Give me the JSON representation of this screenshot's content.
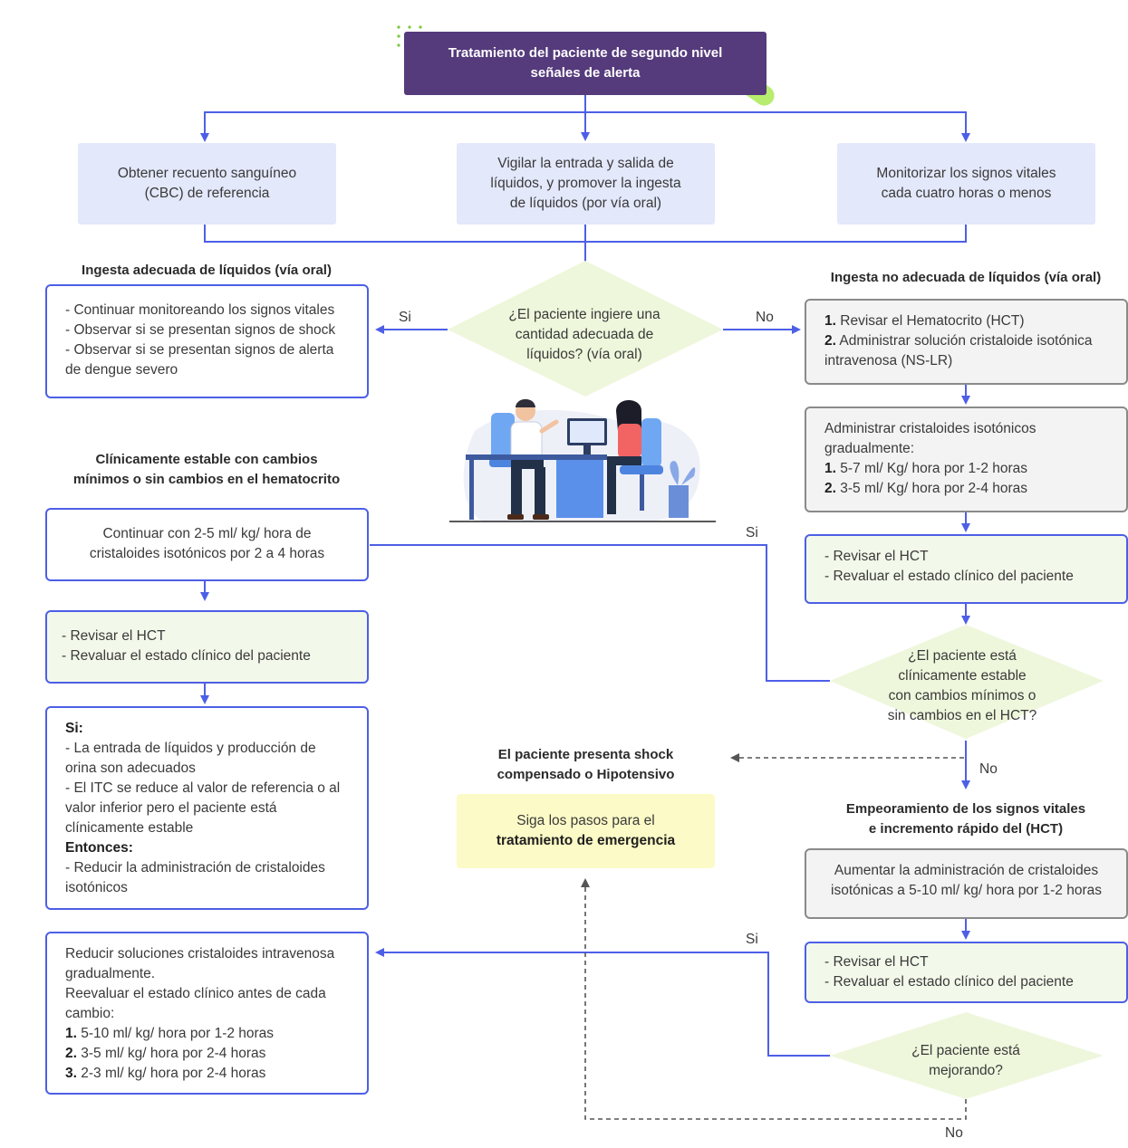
{
  "title": {
    "line1": "Tratamiento del paciente de segundo nivel",
    "line2": "señales de alerta"
  },
  "top_boxes": [
    {
      "lines": [
        "Obtener recuento sanguíneo",
        "(CBC) de referencia"
      ]
    },
    {
      "lines": [
        "Vigilar la entrada y salida de",
        "líquidos, y promover la ingesta",
        "de líquidos (por vía oral)"
      ]
    },
    {
      "lines": [
        "Monitorizar los signos vitales",
        "cada cuatro horas o menos"
      ]
    }
  ],
  "decision1": {
    "lines": [
      "¿El paciente ingiere una",
      "cantidad adecuada de",
      "líquidos? (vía oral)"
    ],
    "yes": "Si",
    "no": "No"
  },
  "left": {
    "adequate_header": "Ingesta adecuada de líquidos (vía oral)",
    "adequate_lines": [
      "- Continuar monitoreando los signos vitales",
      "- Observar si se presentan signos de shock",
      "- Observar si se presentan signos de alerta",
      "de dengue severo"
    ],
    "stable_header": [
      "Clínicamente estable con cambios",
      "mínimos o sin cambios en el hematocrito"
    ],
    "continue_lines": [
      "Continuar con 2-5 ml/ kg/ hora de",
      "cristaloides isotónicos por 2 a 4 horas"
    ],
    "review_lines": [
      "- Revisar el HCT",
      "- Revaluar el estado clínico del paciente"
    ],
    "si_label": "Si:",
    "si_lines": [
      "- La entrada de líquidos y producción de",
      "orina son adecuados",
      "- El ITC se reduce al valor de referencia o al",
      "valor inferior pero el paciente está",
      "clínicamente estable"
    ],
    "entonces_label": "Entonces:",
    "entonces_lines": [
      "- Reducir la administración de cristaloides",
      "isotónicos"
    ],
    "reduce_lines": [
      "Reducir soluciones cristaloides intravenosa",
      "gradualmente.",
      "Reevaluar el estado clínico antes de cada",
      "cambio:"
    ],
    "reduce_steps": [
      {
        "num": "1.",
        "text": "5-10 ml/ kg/ hora por 1-2 horas"
      },
      {
        "num": "2.",
        "text": "3-5 ml/ kg/ hora por 2-4 horas"
      },
      {
        "num": "3.",
        "text": "2-3 ml/ kg/ hora por 2-4 horas"
      }
    ]
  },
  "right": {
    "inadequate_header": "Ingesta no adecuada de líquidos (vía oral)",
    "inadequate_steps": [
      {
        "num": "1.",
        "text": "Revisar el Hematocrito (HCT)"
      },
      {
        "num": "2.",
        "text": "Administrar solución cristaloide isotónica"
      }
    ],
    "inadequate_extra": "intravenosa (NS-LR)",
    "gradual_lines": [
      "Administrar cristaloides isotónicos",
      "gradualmente:"
    ],
    "gradual_steps": [
      {
        "num": "1.",
        "text": "5-7 ml/ Kg/ hora por 1-2 horas"
      },
      {
        "num": "2.",
        "text": "3-5 ml/ Kg/ hora por 2-4 horas"
      }
    ],
    "review_lines": [
      "- Revisar el HCT",
      "- Revaluar el estado clínico del paciente"
    ],
    "decision2_lines": [
      "¿El paciente está",
      "clínicamente estable",
      "con cambios mínimos o",
      "sin cambios en el HCT?"
    ],
    "worsening_header": [
      "Empeoramiento de los signos vitales",
      "e incremento rápido del (HCT)"
    ],
    "increase_lines": [
      "Aumentar la administración de cristaloides",
      "isotónicas a 5-10 ml/ kg/ hora por 1-2 horas"
    ],
    "review2_lines": [
      "- Revisar el HCT",
      "- Revaluar el estado clínico del paciente"
    ],
    "decision3_lines": [
      "¿El paciente está",
      "mejorando?"
    ]
  },
  "center": {
    "shock_header": [
      "El paciente presenta shock",
      "compensado o Hipotensivo"
    ],
    "emergency_line1": "Siga los pasos para el",
    "emergency_line2": "tratamiento de emergencia"
  },
  "labels": {
    "si": "Si",
    "no": "No"
  },
  "colors": {
    "accent": "#4d5fe6",
    "title_bg": "#553a7c",
    "top_box": "#e3e8fb",
    "green_box": "#f3f9ea",
    "grey_box": "#f3f3f3",
    "yellow_box": "#fcfac6",
    "diamond": "#eef7dc"
  }
}
